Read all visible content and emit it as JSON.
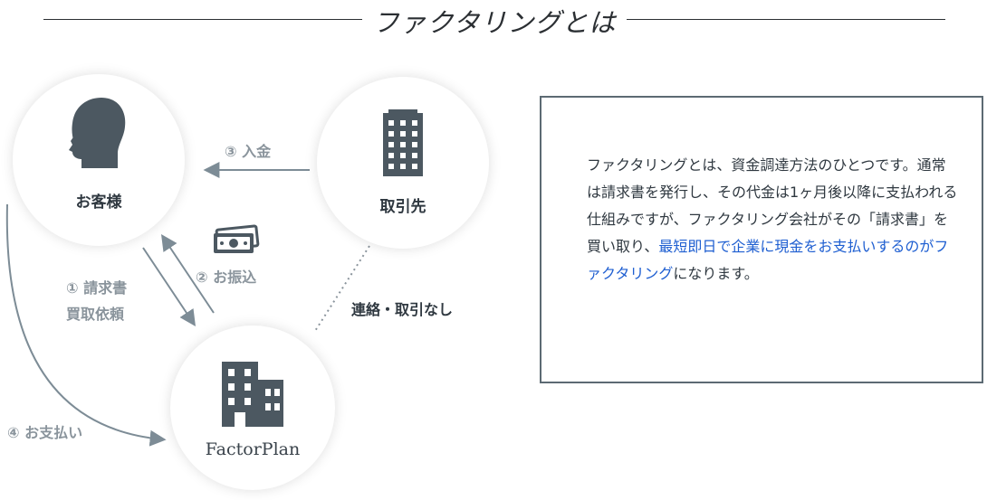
{
  "title": "ファクタリングとは",
  "nodes": {
    "customer": {
      "label": "お客様",
      "icon": "person-head-icon"
    },
    "partner": {
      "label": "取引先",
      "icon": "office-tower-icon"
    },
    "factor": {
      "label": "FactorPlan",
      "icon": "office-building-icon"
    }
  },
  "flows": {
    "deposit": "③ 入金",
    "transfer": "② お振込",
    "invoice_line1": "① 請求書",
    "invoice_line2": "買取依頼",
    "payment": "④ お支払い",
    "no_contact": "連絡・取引なし"
  },
  "money_icon": "money-bills-icon",
  "info": {
    "text_before": "ファクタリングとは、資金調達方法のひとつです。通常は請求書を発行し、その代金は1ヶ月後以降に支払われる仕組みですが、ファクタリング会社がその「請求書」を買い取り、",
    "text_highlight": "最短即日で企業に現金をお支払いするのがファクタリング",
    "text_after": "になります。"
  },
  "colors": {
    "icon": "#4c5861",
    "arrow": "#7d8c96",
    "highlight": "#1f5fd1",
    "box_border": "#5c6a73"
  }
}
